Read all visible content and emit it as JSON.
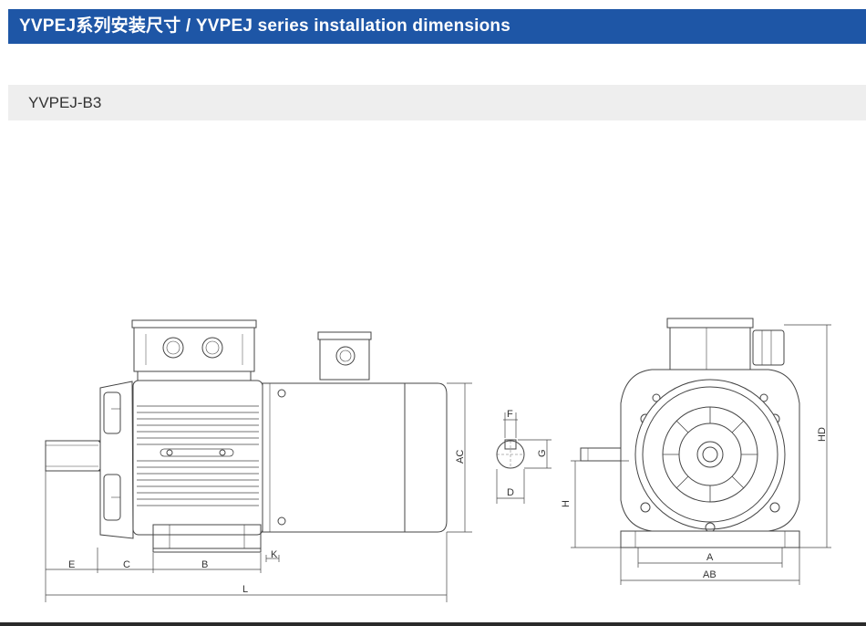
{
  "header": {
    "title": "YVPEJ系列安装尺寸 / YVPEJ series installation dimensions"
  },
  "model": {
    "label": "YVPEJ-B3"
  },
  "dimensions": {
    "E": "E",
    "C": "C",
    "B": "B",
    "K": "K",
    "L": "L",
    "AC": "AC",
    "F": "F",
    "G": "G",
    "D": "D",
    "H": "H",
    "HD": "HD",
    "A": "A",
    "AB": "AB"
  },
  "colors": {
    "header_bg": "#1e56a6",
    "sub_bg": "#eeeeee",
    "line": "#444444"
  }
}
